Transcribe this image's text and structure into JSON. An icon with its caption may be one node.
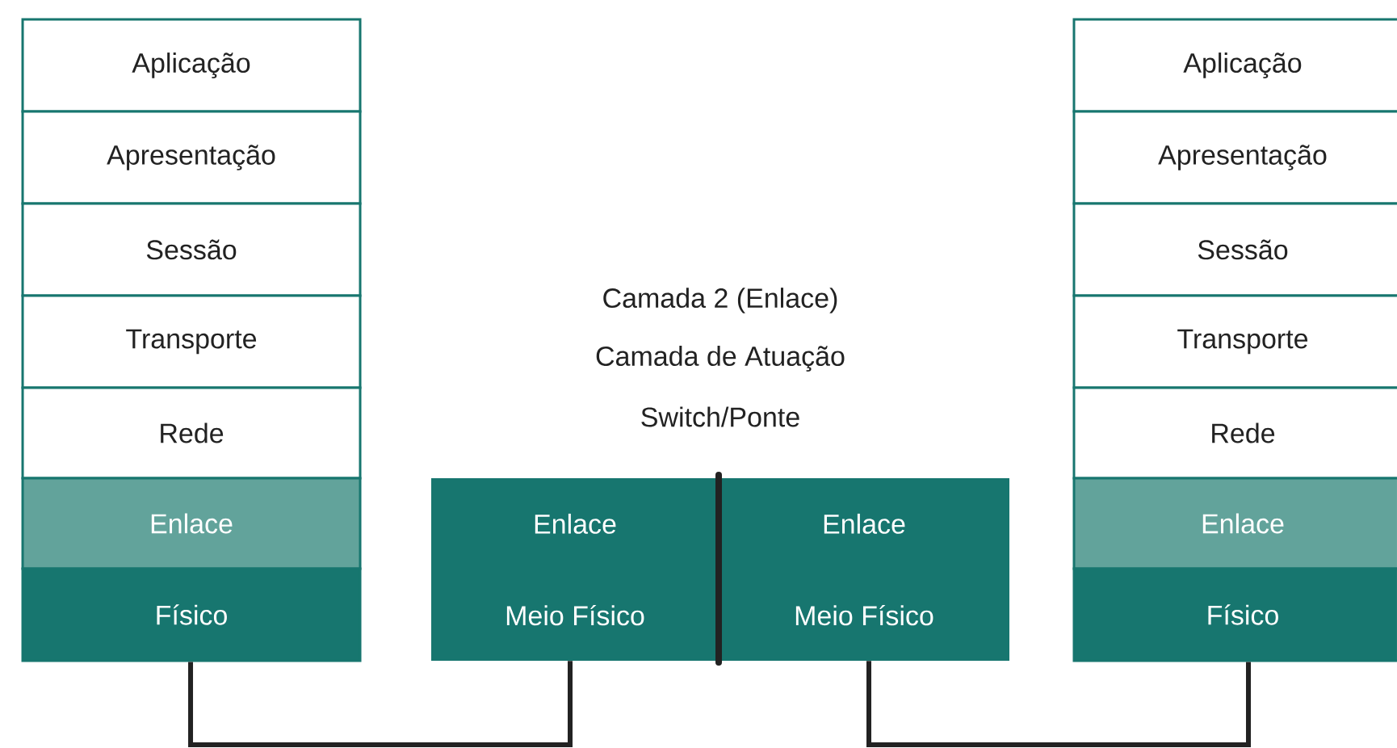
{
  "diagram": {
    "nodes": [
      {
        "text": [
          "Aplicação"
        ]
      },
      {
        "text": [
          "Apresentação"
        ]
      },
      {
        "text": [
          "Sessão"
        ]
      },
      {
        "text": [
          "Transporte"
        ]
      },
      {
        "text": [
          "Rede"
        ]
      },
      {
        "text": [
          "Enlace"
        ]
      },
      {
        "text": [
          "Físico"
        ]
      },
      {
        "text": [
          "Enlace",
          "Meio Físico"
        ]
      },
      {
        "text": [
          "Enlace",
          "Meio Físico"
        ]
      },
      {
        "text": [
          "Aplicação"
        ]
      },
      {
        "text": [
          "Apresentação"
        ]
      },
      {
        "text": [
          "Sessão"
        ]
      },
      {
        "text": [
          "Transporte"
        ]
      },
      {
        "text": [
          "Rede"
        ]
      },
      {
        "text": [
          "Enlace"
        ]
      },
      {
        "text": [
          "Físico"
        ]
      }
    ],
    "edges": [
      {
        "from": 6,
        "to": 7,
        "arrow": "none"
      },
      {
        "from": 8,
        "to": 15,
        "arrow": "none"
      }
    ],
    "labels": [
      "Camada 2 (Enlace)",
      "Camada de Atuação",
      "Switch/Ponte"
    ]
  }
}
